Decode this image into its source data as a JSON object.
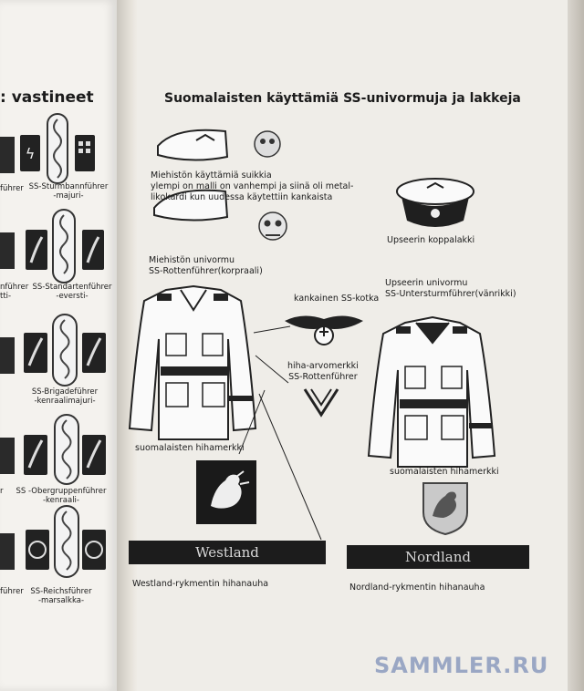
{
  "left_page": {
    "heading": "vastineet",
    "ranks": [
      {
        "cut": "führer",
        "title": "SS-Sturmbannführer",
        "equiv": "-majuri-"
      },
      {
        "cut": "nführer",
        "cut2": "tti-",
        "title": "SS-Standartenführer",
        "equiv": "-eversti-"
      },
      {
        "title": "SS-Brigadeführer",
        "equiv": "-kenraalimajuri-"
      },
      {
        "cut": "r",
        "title": "SS -Obergruppenführer",
        "equiv": "-kenraali-"
      },
      {
        "cut": "führer",
        "title": "SS-Reichsführer",
        "equiv": "-marsalkka-"
      }
    ]
  },
  "right_page": {
    "title": "Suomalaisten käyttämiä SS-univormuja ja lakkeja",
    "caps_caption": [
      "Miehistön käyttämiä suikkia",
      "ylempi on malli on vanhempi ja siinä oli metal-",
      "likokardi kun uudessa käytettiin kankaista"
    ],
    "officer_cap_caption": "Upseerin koppalakki",
    "enlisted_uniform_caption": [
      "Miehistön univormu",
      "SS-Rottenführer(korpraali)"
    ],
    "officer_uniform_caption": [
      "Upseerin univormu",
      "SS-Untersturmführer(vänrikki)"
    ],
    "eagle_caption": "kankainen SS-kotka",
    "sleeve_rank_caption": [
      "hiha-arvomerkki",
      "SS-Rottenführer"
    ],
    "finnish_badge_left": "suomalaisten hihamerkki",
    "finnish_badge_right": "suomalaisten hihamerkki",
    "westland_band": "Westland",
    "nordland_band": "Nordland",
    "westland_caption": "Westland-rykmentin hihanauha",
    "nordland_caption": "Nordland-rykmentin hihanauha"
  },
  "watermark": "SAMMLER.RU"
}
